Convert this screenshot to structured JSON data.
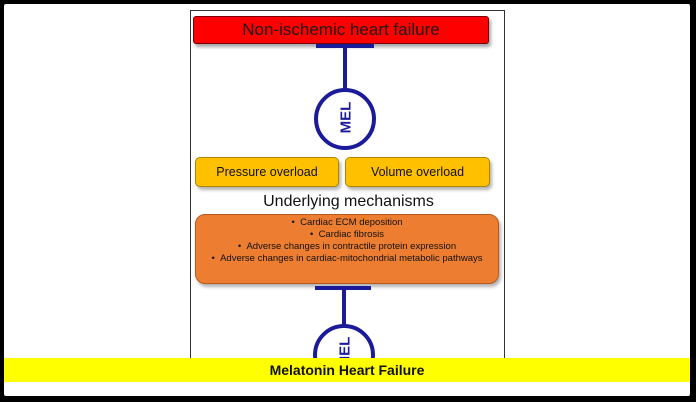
{
  "diagram": {
    "top_box": "Non-ischemic heart failure",
    "inhibitor_label": "MEL",
    "causes": [
      "Pressure overload",
      "Volume overload"
    ],
    "mechanisms_title": "Underlying mechanisms",
    "mechanisms": [
      "Cardiac ECM deposition",
      "Cardiac fibrosis",
      "Adverse changes in contractile protein expression",
      "Adverse changes in cardiac-mitochondrial metabolic pathways"
    ]
  },
  "banner": {
    "caption": "Melatonin Heart Failure"
  },
  "colors": {
    "top_box": "#ff0000",
    "cause_boxes": "#ffc000",
    "mechanism_box": "#ed7d31",
    "inhibitor": "#1b1b9a",
    "banner": "#ffff00"
  }
}
